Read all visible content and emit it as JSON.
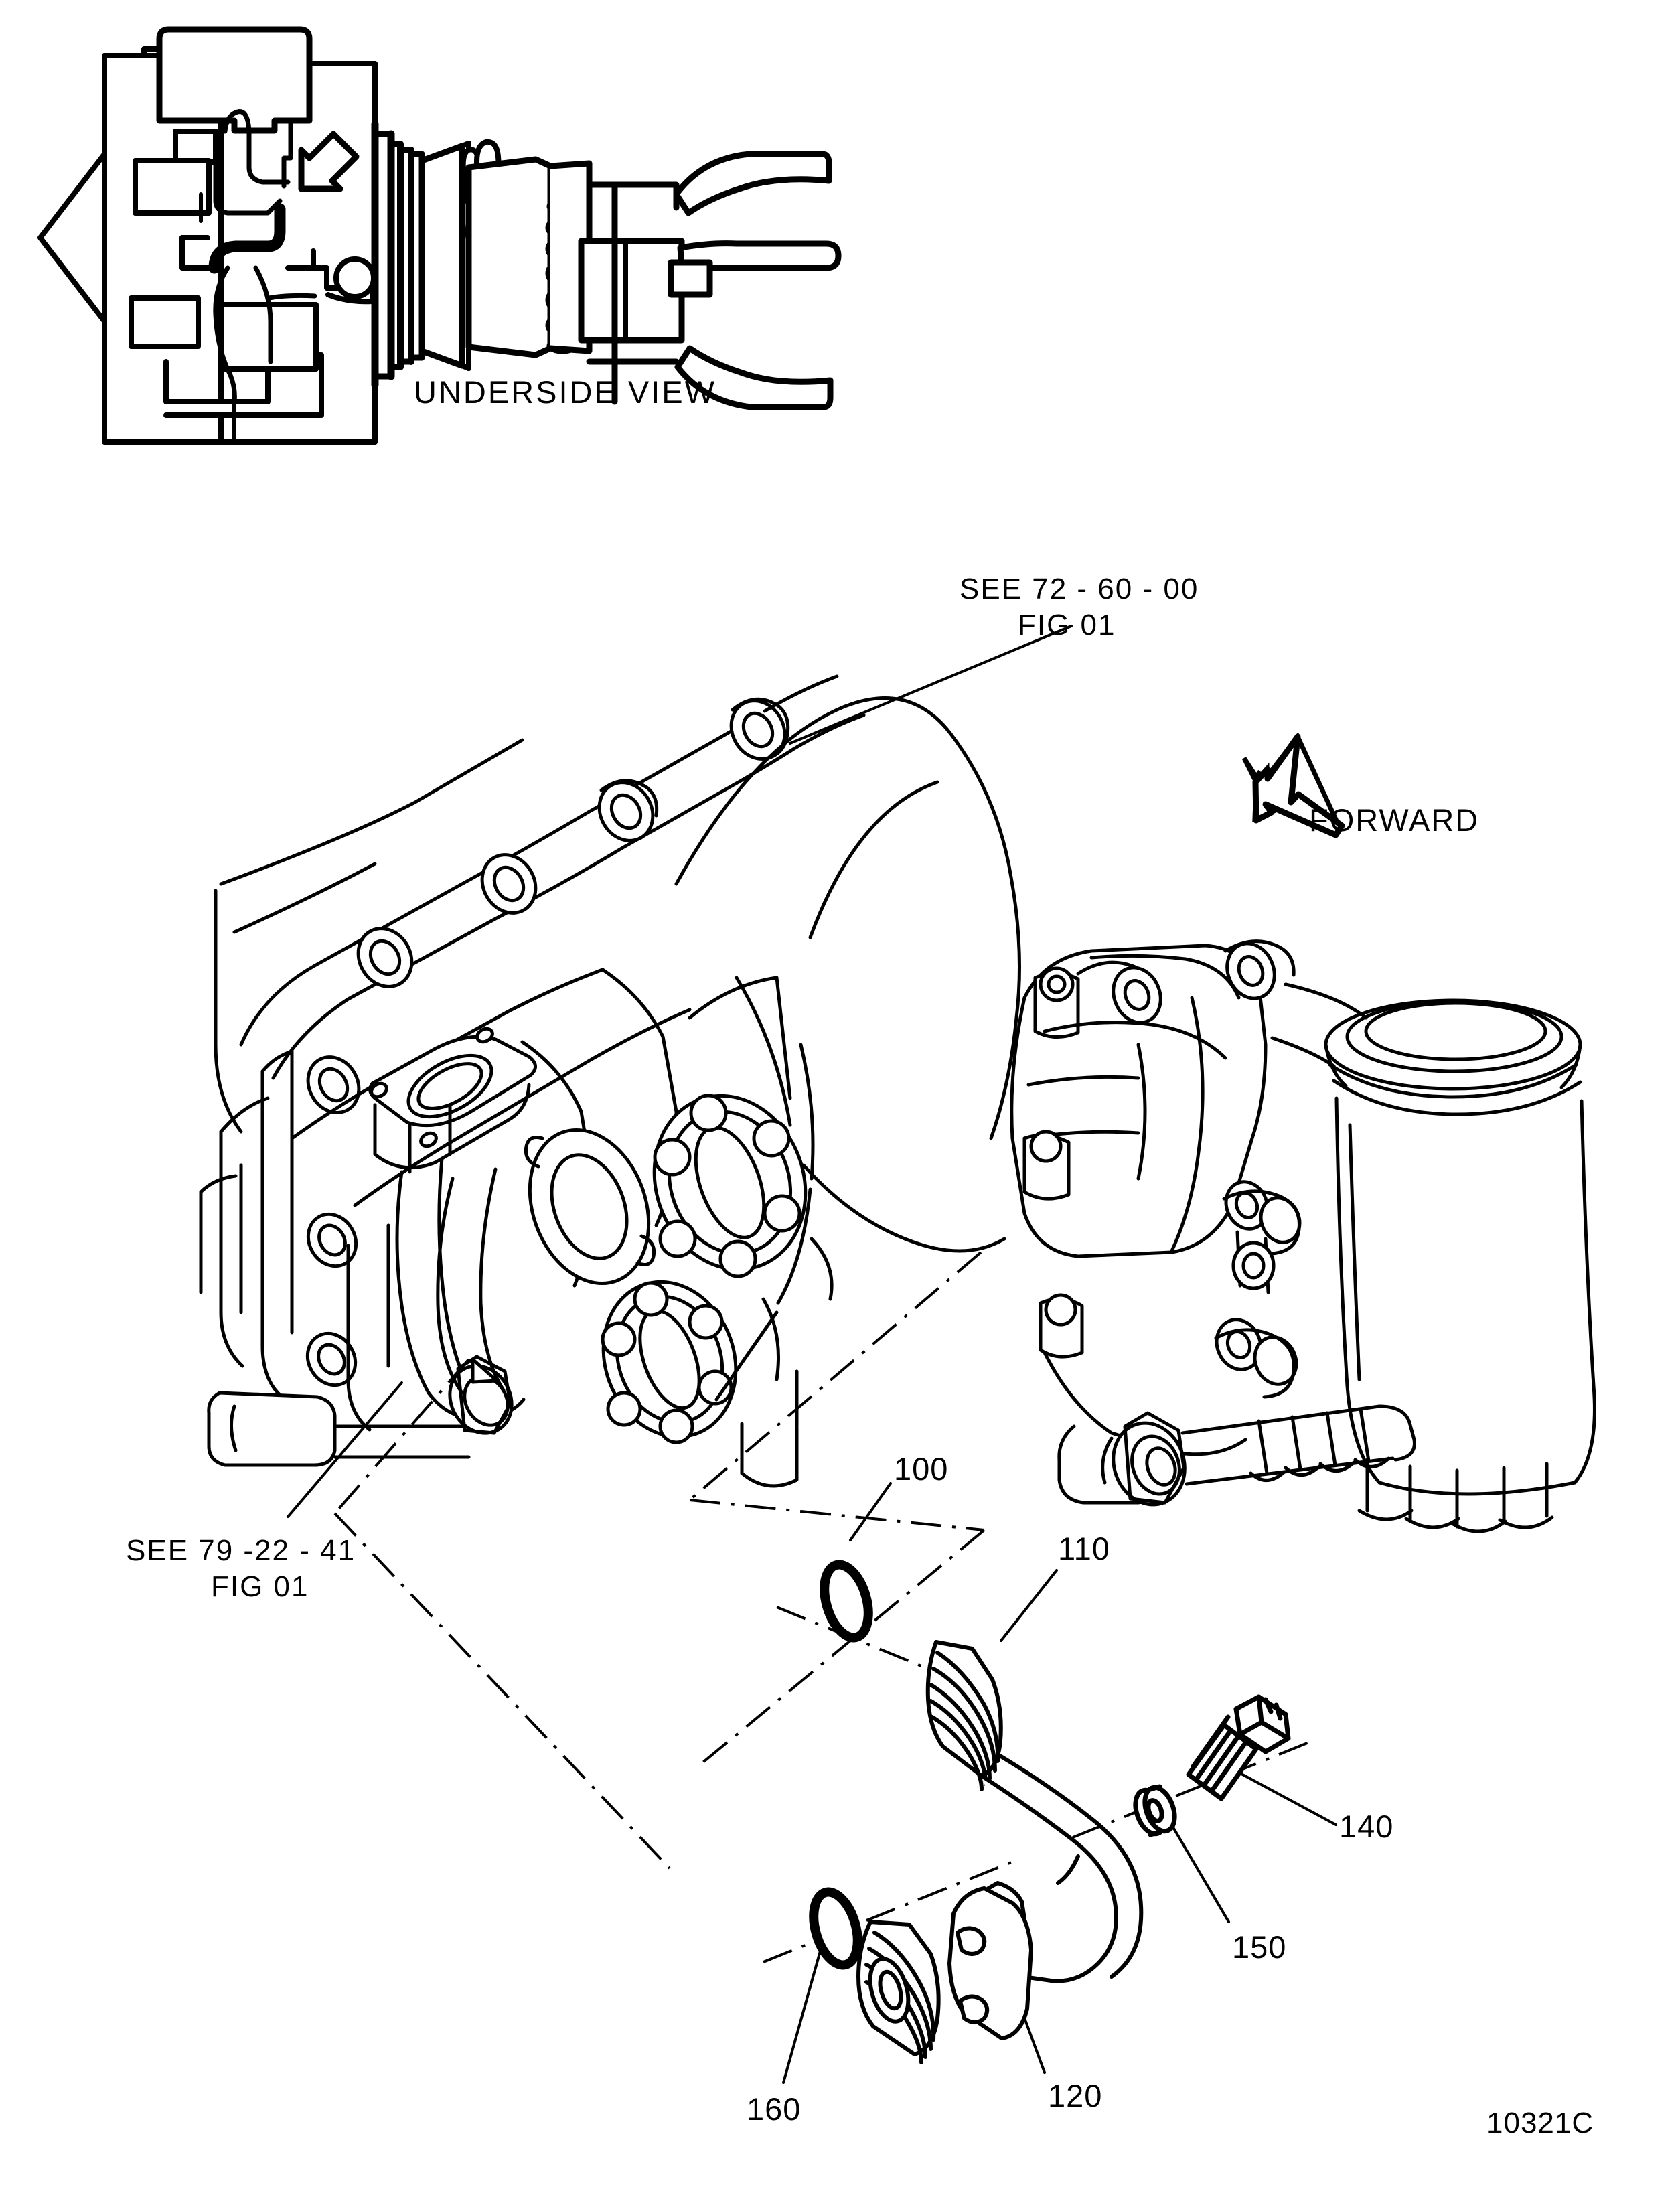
{
  "drawing": {
    "id": "10321C",
    "type": "aircraft-engine-parts-illustration",
    "line_color": "#000000",
    "background_color": "#ffffff"
  },
  "inset_view": {
    "caption": "UNDERSIDE VIEW",
    "description": "turbofan engine side silhouette with arrow pointing to location"
  },
  "main_view": {
    "orientation_label": "FORWARD",
    "orientation_arrow": "arrow-up-left"
  },
  "references": [
    {
      "id": "ref-top",
      "line1": "SEE 72 - 60 - 00",
      "line2": "FIG 01"
    },
    {
      "id": "ref-bottom",
      "line1": "SEE 79 -22 - 41",
      "line2": "FIG 01"
    }
  ],
  "callouts": [
    {
      "id": "c100",
      "number": "100",
      "part": "o-ring-upper"
    },
    {
      "id": "c110",
      "number": "110",
      "part": "oil-tube"
    },
    {
      "id": "c120",
      "number": "120",
      "part": "flange-fitting"
    },
    {
      "id": "c140",
      "number": "140",
      "part": "bolt"
    },
    {
      "id": "c150",
      "number": "150",
      "part": "washer"
    },
    {
      "id": "c160",
      "number": "160",
      "part": "o-ring-lower"
    }
  ]
}
